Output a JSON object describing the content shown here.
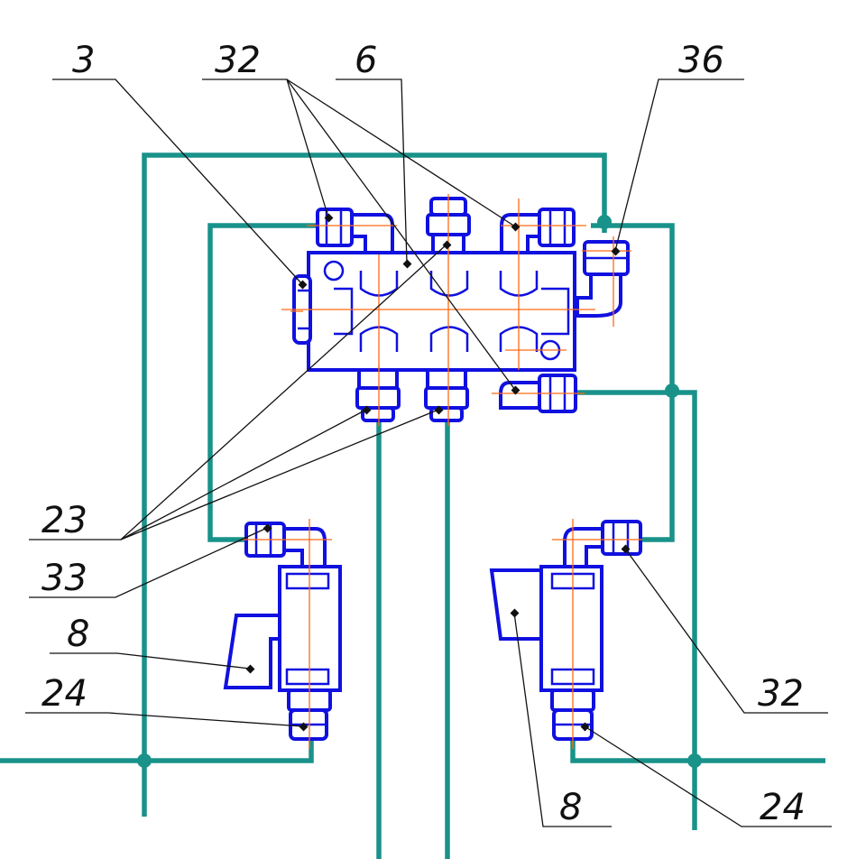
{
  "colors": {
    "pipe": "#19928a",
    "equipment": "#1010e0",
    "centerline": "#ff6a14",
    "leader": "#111111"
  },
  "labels": {
    "l3": "3",
    "l32_top": "32",
    "l6": "6",
    "l36": "36",
    "l23": "23",
    "l33": "33",
    "l8_left": "8",
    "l24_left": "24",
    "l32_right": "32",
    "l8_right": "8",
    "l24_right": "24"
  }
}
